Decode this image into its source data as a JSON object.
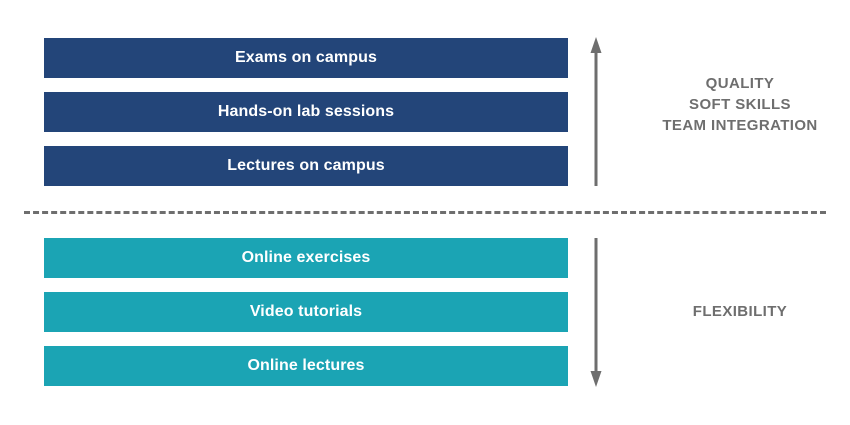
{
  "colors": {
    "campus_bar": "#234579",
    "online_bar": "#1ba4b4",
    "bar_text": "#ffffff",
    "caption_text": "#6e6e6e",
    "arrow": "#6e6e6e",
    "divider": "#6e6e6e",
    "background": "#ffffff"
  },
  "diagram": {
    "campus_section": {
      "bars": [
        {
          "label": "Exams on campus"
        },
        {
          "label": "Hands-on lab sessions"
        },
        {
          "label": "Lectures on campus"
        }
      ],
      "arrow": {
        "direction": "up",
        "name": "up-arrow-icon"
      },
      "caption_lines": [
        "QUALITY",
        "SOFT SKILLS",
        "TEAM INTEGRATION"
      ]
    },
    "online_section": {
      "bars": [
        {
          "label": "Online exercises"
        },
        {
          "label": "Video tutorials"
        },
        {
          "label": "Online lectures"
        }
      ],
      "arrow": {
        "direction": "down",
        "name": "down-arrow-icon"
      },
      "caption_lines": [
        "FLEXIBILITY"
      ]
    },
    "divider": {
      "style": "dashed"
    }
  }
}
